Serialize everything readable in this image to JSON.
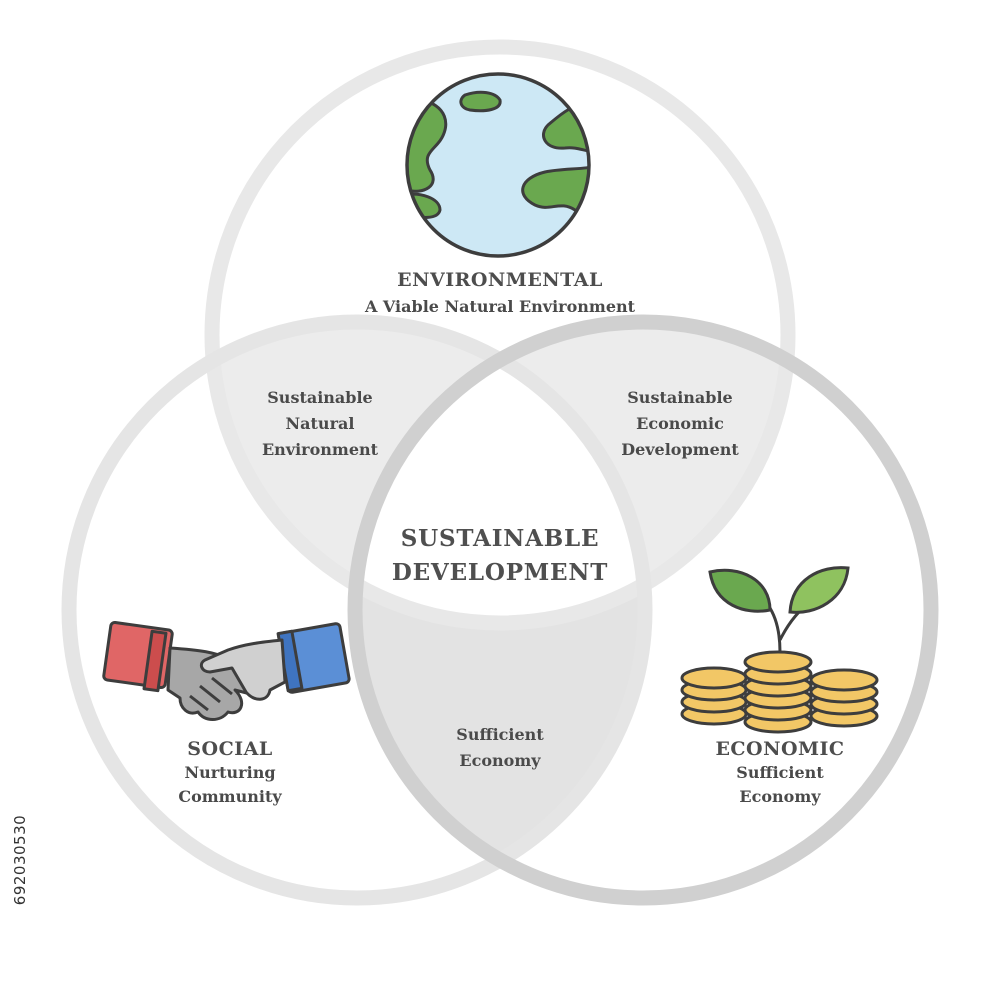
{
  "colors": {
    "ring_light": "#e6e6e6",
    "ring_dark": "#cfcfcf",
    "overlap_fill": "#ececec",
    "center_fill": "#ffffff",
    "globe_water": "#cde8f5",
    "globe_land": "#6aa84f",
    "cuff_red": "#e06666",
    "cuff_blue": "#5b8fd6",
    "hand_gray": "#9e9e9e",
    "coin_gold": "#f2c766",
    "leaf_green": "#8fc25f"
  },
  "icons": {
    "environmental": "globe-icon",
    "social": "handshake-icon",
    "economic": "coin-stack-sprout-icon"
  },
  "diagram": {
    "environmental": {
      "title": "ENVIRONMENTAL",
      "subtitle": "A Viable Natural Environment"
    },
    "social": {
      "title": "SOCIAL",
      "line1": "Nurturing",
      "line2": "Community"
    },
    "economic": {
      "title": "ECONOMIC",
      "line1": "Sufficient",
      "line2": "Economy"
    },
    "overlap_env_social": {
      "line1": "Sustainable",
      "line2": "Natural",
      "line3": "Environment"
    },
    "overlap_env_econ": {
      "line1": "Sustainable",
      "line2": "Economic",
      "line3": "Development"
    },
    "overlap_social_econ": {
      "line1": "Sufficient",
      "line2": "Economy"
    },
    "center": {
      "line1": "SUSTAINABLE",
      "line2": "DEVELOPMENT"
    }
  },
  "stock_id": "692030530"
}
